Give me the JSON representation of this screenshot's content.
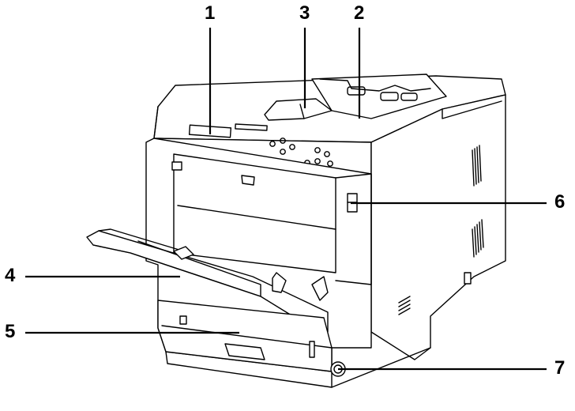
{
  "callouts": [
    {
      "id": "1",
      "label": "1"
    },
    {
      "id": "2",
      "label": "2"
    },
    {
      "id": "3",
      "label": "3"
    },
    {
      "id": "4",
      "label": "4"
    },
    {
      "id": "5",
      "label": "5"
    },
    {
      "id": "6",
      "label": "6"
    },
    {
      "id": "7",
      "label": "7"
    }
  ],
  "colors": {
    "line": "#000000",
    "printer_body": "#ffffff",
    "shade": "#e6e6e6",
    "dark": "#333333"
  },
  "icons": [
    "printer-illustration",
    "power-button-icon",
    "lever-icon"
  ]
}
